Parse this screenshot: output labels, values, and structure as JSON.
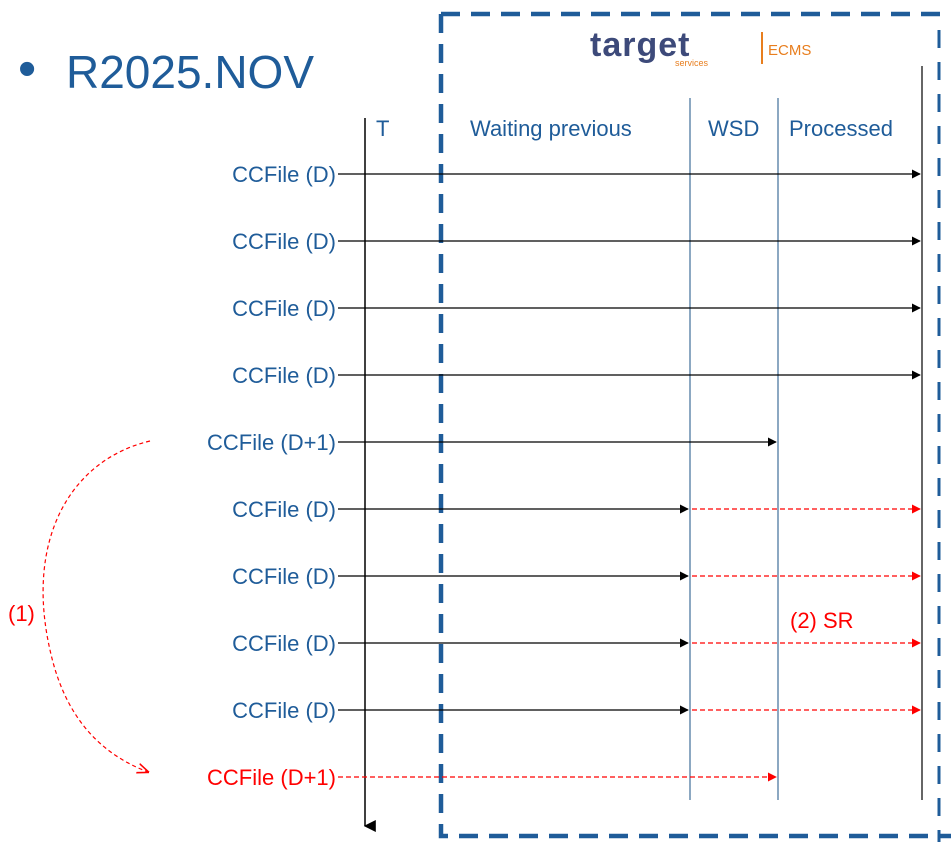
{
  "title": "R2025.NOV",
  "bullet": "•",
  "logo": {
    "brand": "target",
    "sub": "services",
    "product": "ECMS"
  },
  "time_axis_label": "T",
  "columns": [
    "Waiting previous",
    "WSD",
    "Processed"
  ],
  "rows": [
    {
      "label": "CCFile (D)",
      "status": "Processed"
    },
    {
      "label": "CCFile (D)",
      "status": "Processed"
    },
    {
      "label": "CCFile (D)",
      "status": "Processed"
    },
    {
      "label": "CCFile (D)",
      "status": "Processed"
    },
    {
      "label": "CCFile (D+1)",
      "status": "WSD"
    },
    {
      "label": "CCFile (D)",
      "status": "Waiting previous",
      "then": "Processed"
    },
    {
      "label": "CCFile (D)",
      "status": "Waiting previous",
      "then": "Processed"
    },
    {
      "label": "CCFile (D)",
      "status": "Waiting previous",
      "then": "Processed"
    },
    {
      "label": "CCFile (D)",
      "status": "Waiting previous",
      "then": "Processed"
    },
    {
      "label": "CCFile (D+1)",
      "status": "WSD",
      "highlight": true
    }
  ],
  "annotations": {
    "loop": "(1)",
    "sr": "(2) SR"
  },
  "colors": {
    "blue": "#1f5c99",
    "red": "#ff0000",
    "line": "#000000",
    "dash_border": "#1f5c99",
    "col_line": "#3f6f99"
  }
}
